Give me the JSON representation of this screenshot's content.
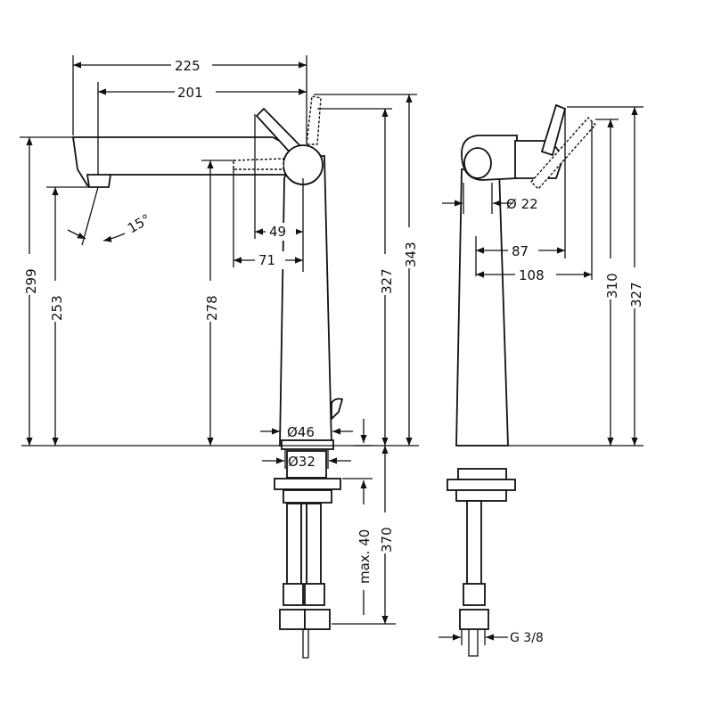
{
  "dimensions": {
    "d225": "225",
    "d201": "201",
    "d299": "299",
    "d253": "253",
    "angle": "15°",
    "d49": "49",
    "d71": "71",
    "d278": "278",
    "d327a": "327",
    "d343": "343",
    "dia46": "Ø46",
    "dia32": "Ø32",
    "max40": "max. 40",
    "d370": "370",
    "dia22": "Ø 22",
    "d87": "87",
    "d108": "108",
    "d310": "310",
    "d327b": "327",
    "thread": "G 3/8"
  }
}
